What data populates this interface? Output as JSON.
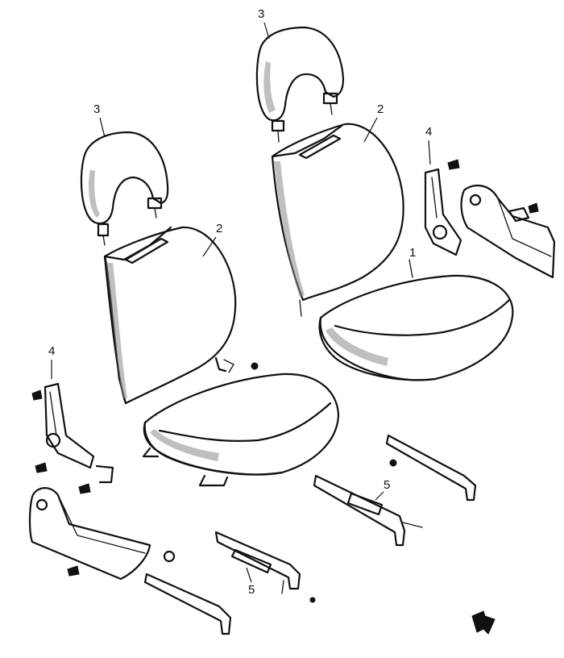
{
  "callouts": {
    "headrest_left": "3",
    "headrest_right": "3",
    "backrest_left": "2",
    "backrest_right": "2",
    "cushion_right": "1",
    "hinge_left": "4",
    "hinge_right": "4",
    "rail_left": "5",
    "rail_right": "5"
  },
  "icons": {
    "direction_arrow": "arrow-right-down-icon"
  }
}
